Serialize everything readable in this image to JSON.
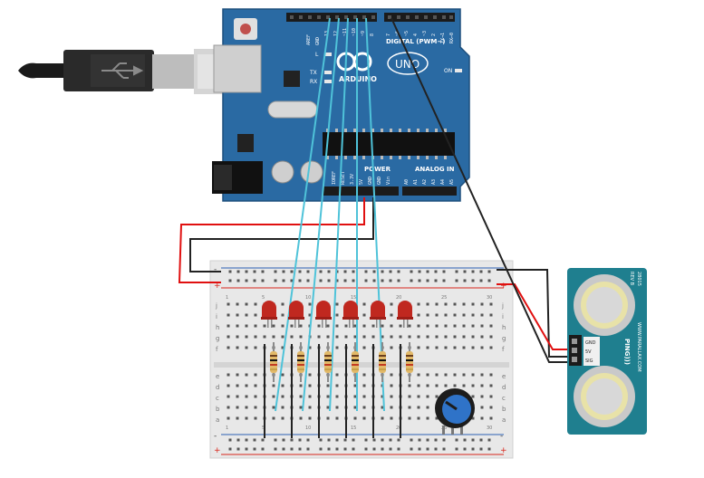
{
  "arduino": {
    "brand": "ARDUINO",
    "model": "UNO",
    "digital_header": "DIGITAL (PWM~)",
    "power_header": "POWER",
    "analog_header": "ANALOG IN",
    "led_labels": [
      "L",
      "TX",
      "RX"
    ],
    "on_label": "ON",
    "digital_pins": [
      "AREF",
      "GND",
      "13",
      "12",
      "~11",
      "~10",
      "~9",
      "8",
      "7",
      "~6",
      "~5",
      "4",
      "~3",
      "2",
      "TX→1",
      "RX←0"
    ],
    "power_pins": [
      "IOREF",
      "RESET",
      "3.3V",
      "5V",
      "GND",
      "GND",
      "Vin"
    ],
    "analog_pins": [
      "A0",
      "A1",
      "A2",
      "A3",
      "A4",
      "A5"
    ],
    "colors": {
      "board": "#2a6aa3",
      "board_dark": "#1d4f7d",
      "header": "#1b1b1b"
    }
  },
  "usb": {
    "icon": "usb-icon"
  },
  "breadboard": {
    "row_labels_top": [
      "j",
      "i",
      "h",
      "g",
      "f"
    ],
    "row_labels_bottom": [
      "e",
      "d",
      "c",
      "b",
      "a"
    ],
    "column_labels": [
      "1",
      "5",
      "10",
      "15",
      "20",
      "25",
      "30"
    ],
    "plus_sign": "+",
    "minus_sign": "-",
    "colors": {
      "body": "#e8e8e8",
      "rail_red": "#d9261c",
      "rail_blue": "#2b5fb3"
    }
  },
  "leds": {
    "count": 6,
    "color": "#c0281f"
  },
  "resistors": {
    "count": 6
  },
  "potentiometer": {
    "color": "#2f73c8"
  },
  "sensor": {
    "brand": "PING)))",
    "url": "WWW.PARALLAX.COM",
    "part": "28015",
    "rev": "REV B",
    "pins": [
      "GND",
      "5V",
      "SIG"
    ],
    "color": "#1f7f8f"
  },
  "wires": {
    "signal": "#4fc3d9",
    "power": "#e01010",
    "ground": "#222222"
  }
}
